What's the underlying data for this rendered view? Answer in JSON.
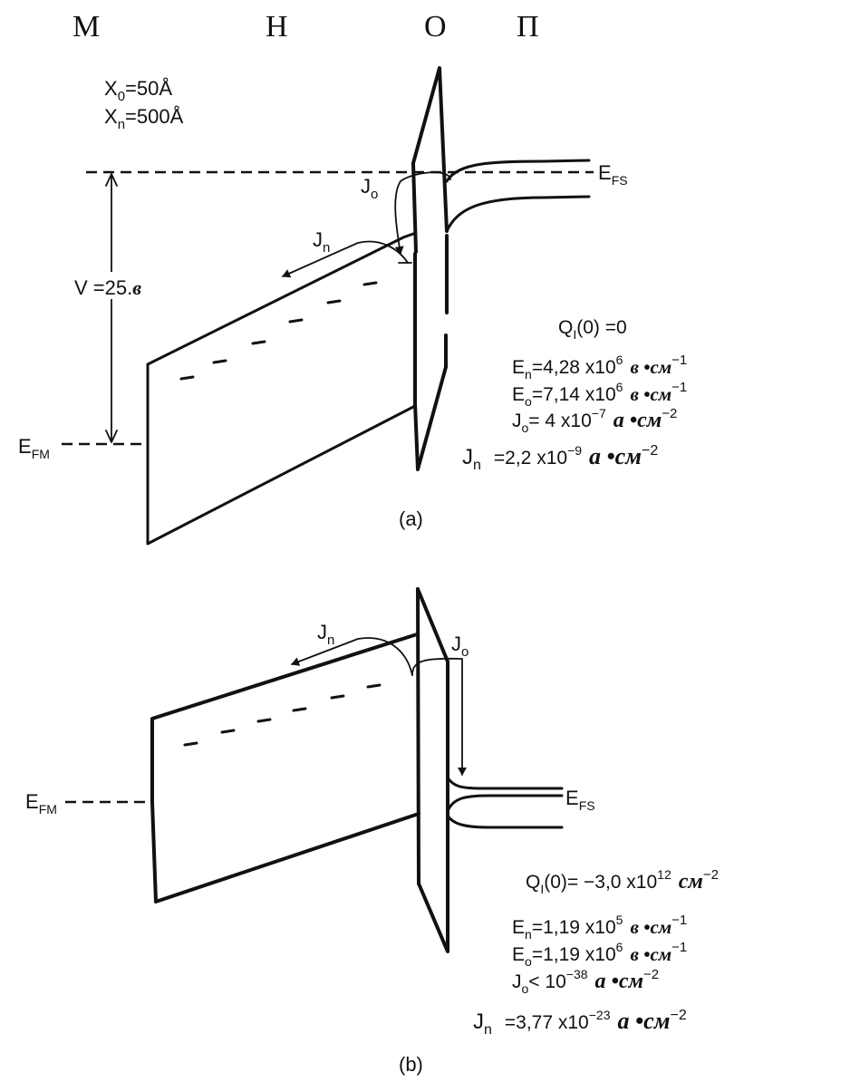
{
  "header": {
    "m": "М",
    "n": "Н",
    "o": "О",
    "p": "П"
  },
  "a": {
    "x0": "X",
    "x0_sub": "0",
    "x0_val": "=50Å",
    "xn": "X",
    "xn_sub": "n",
    "xn_val": "=500Å",
    "v": "V =25.",
    "v_unit": "в",
    "efs": "E",
    "efs_sub": "FS",
    "efm": "E",
    "efm_sub": "FM",
    "jo": "J",
    "jo_sub": "o",
    "jn": "J",
    "jn_sub": "n",
    "qi": "Q",
    "qi_sub": "I",
    "qi_val": "(0) =0",
    "en": "E",
    "en_sub": "n",
    "en_val": "=4,28 x10",
    "en_exp": "6",
    "en_unit": "в •см",
    "en_unit_exp": "−1",
    "eo": "E",
    "eo_sub": "o",
    "eo_val": "=7,14 x10",
    "eo_exp": "6",
    "eo_unit": "в •см",
    "eo_unit_exp": "−1",
    "jo_r": "J",
    "jo_r_sub": "o",
    "jo_r_val": "= 4 x10",
    "jo_r_exp": "−7",
    "jo_r_unit": "а •см",
    "jo_r_unit_exp": "−2",
    "jn_r": "J",
    "jn_r_sub": "n",
    "jn_r_val": "=2,2 x10",
    "jn_r_exp": "−9",
    "jn_r_unit": "а •см",
    "jn_r_unit_exp": "−2",
    "caption": "(a)"
  },
  "b": {
    "efs": "E",
    "efs_sub": "FS",
    "efm": "E",
    "efm_sub": "FM",
    "jo": "J",
    "jo_sub": "o",
    "jn": "J",
    "jn_sub": "n",
    "qi": "Q",
    "qi_sub": "I",
    "qi_val": "(0)= −3,0 x10",
    "qi_exp": "12",
    "qi_unit": "см",
    "qi_unit_exp": "−2",
    "en": "E",
    "en_sub": "n",
    "en_val": "=1,19 x10",
    "en_exp": "5",
    "en_unit": "в •см",
    "en_unit_exp": "−1",
    "eo": "E",
    "eo_sub": "o",
    "eo_val": "=1,19 x10",
    "eo_exp": "6",
    "eo_unit": "в •см",
    "eo_unit_exp": "−1",
    "jo_r": "J",
    "jo_r_sub": "o",
    "jo_r_val": "< 10",
    "jo_r_exp": "−38",
    "jo_r_unit": "а •см",
    "jo_r_unit_exp": "−2",
    "jn_r": "J",
    "jn_r_sub": "n",
    "jn_r_val": "=3,77 x10",
    "jn_r_exp": "−23",
    "jn_r_unit": "а •см",
    "jn_r_unit_exp": "−2",
    "caption": "(b)"
  }
}
